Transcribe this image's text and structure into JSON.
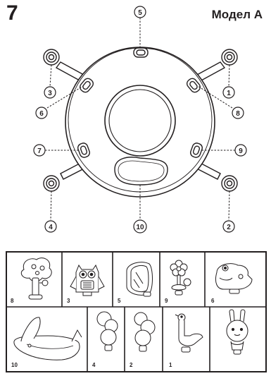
{
  "header": {
    "step_number": "7",
    "model_label": "Модел A"
  },
  "diagram": {
    "callouts": {
      "c1": "1",
      "c2": "2",
      "c3": "3",
      "c4": "4",
      "c5": "5",
      "c6": "6",
      "c7": "7",
      "c8": "8",
      "c9": "9",
      "c10": "10"
    }
  },
  "parts": {
    "p8": "8",
    "p3": "3",
    "p5": "5",
    "p9": "9",
    "p6": "6",
    "p10": "10",
    "p4": "4",
    "p2": "2",
    "p1": "1"
  }
}
